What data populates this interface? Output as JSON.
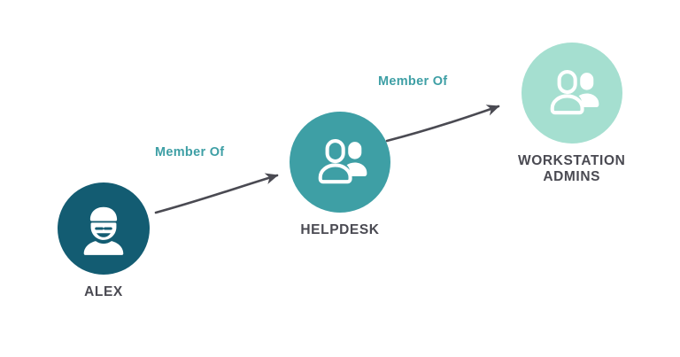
{
  "diagram": {
    "type": "access-path-graph",
    "background_color": "#ffffff",
    "nodes": [
      {
        "id": "alex",
        "label": "ALEX",
        "icon": "user-icon",
        "circle_color": "#135c72",
        "icon_color": "#ffffff",
        "label_color": "#4a4a52"
      },
      {
        "id": "helpdesk",
        "label": "HELPDESK",
        "icon": "group-icon",
        "circle_color": "#3e9fa5",
        "icon_color": "#ffffff",
        "label_color": "#4a4a52"
      },
      {
        "id": "workstation-admins",
        "label": "WORKSTATION\nADMINS",
        "icon": "group-icon",
        "circle_color": "#a5dfd0",
        "icon_color": "#ffffff",
        "label_color": "#4a4a52"
      }
    ],
    "edges": [
      {
        "id": "alex-to-helpdesk",
        "source": "alex",
        "target": "helpdesk",
        "label": "Member Of",
        "label_color": "#3e9fa5",
        "arrow_color": "#4a4a52"
      },
      {
        "id": "helpdesk-to-workstation-admins",
        "source": "helpdesk",
        "target": "workstation-admins",
        "label": "Member Of",
        "label_color": "#3e9fa5",
        "arrow_color": "#4a4a52"
      }
    ]
  }
}
